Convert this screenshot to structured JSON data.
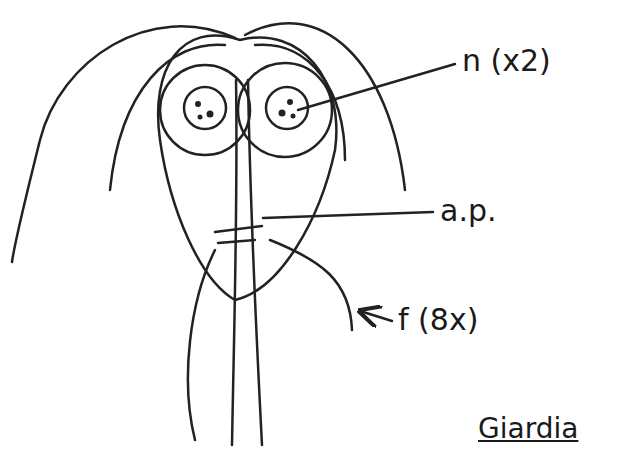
{
  "diagram": {
    "caption": "Giardia",
    "labels": [
      "n (x2)",
      "a.p.",
      "f (8x)"
    ]
  }
}
